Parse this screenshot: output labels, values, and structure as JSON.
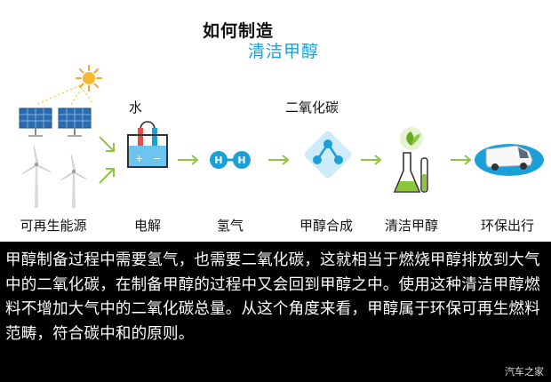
{
  "title": {
    "line1": "如何制造",
    "line2": "清洁甲醇"
  },
  "steps": [
    {
      "label": "可再生能源"
    },
    {
      "label": "电解",
      "above": "水"
    },
    {
      "label": "氢气",
      "icon_text": [
        "H",
        "H"
      ]
    },
    {
      "label": "甲醇合成",
      "above": "二氧化碳"
    },
    {
      "label": "清洁甲醇"
    },
    {
      "label": "环保出行"
    }
  ],
  "description": "甲醇制备过程中需要氢气，也需要二氧化碳，这就相当于燃烧甲醇排放到大气中的二氧化碳，在制备甲醇的过程中又会回到甲醇之中。使用这种清洁甲醇燃料不增加大气中的二氧化碳总量。从这个角度来看，甲醇属于环保可再生燃料范畴，符合碳中和的原则。",
  "watermark": "汽车之家",
  "icons": [
    "sun-icon",
    "solar-panel-icon",
    "wind-turbine-icon",
    "electrolysis-icon",
    "hydrogen-molecule-icon",
    "synthesis-icon",
    "flask-icon",
    "leaf-icon",
    "van-icon",
    "arrow-icon"
  ],
  "colors": {
    "accent": "#1aa0d8",
    "arrow": "#8cc63f",
    "panel": "#2b6cb0",
    "background_box": "#000000"
  }
}
